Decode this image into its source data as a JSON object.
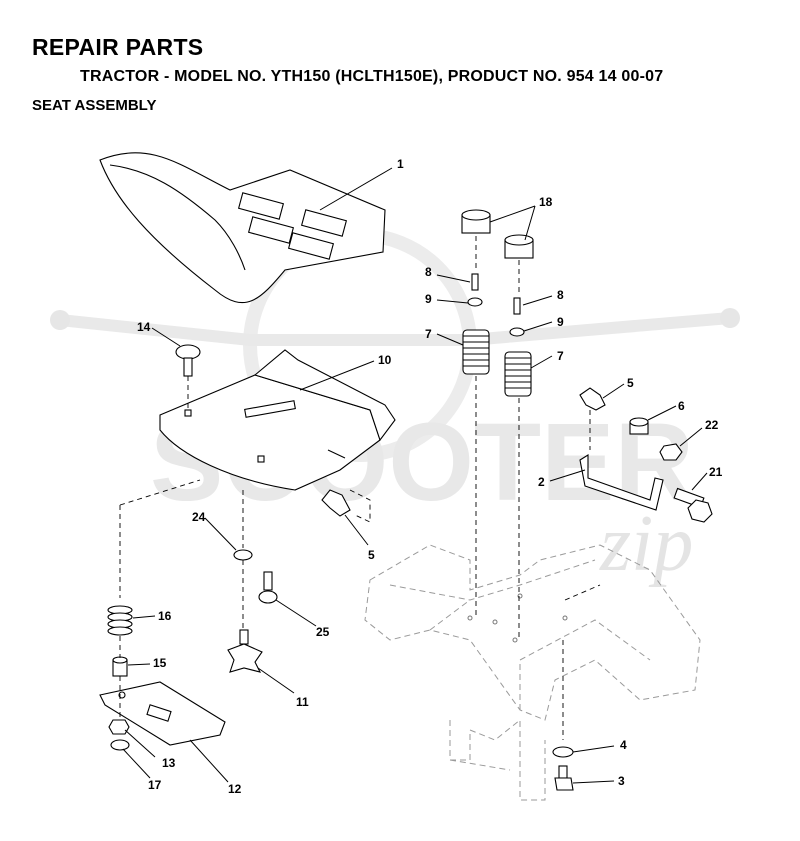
{
  "header": {
    "title": "REPAIR PARTS",
    "subtitle": "TRACTOR - MODEL NO. YTH150 (HCLTH150E), PRODUCT NO. 954 14 00-07",
    "section": "SEAT ASSEMBLY"
  },
  "watermark": {
    "brand": "SCOOTER",
    "script": "zip"
  },
  "callouts": {
    "c1": "1",
    "c18": "18",
    "c8a": "8",
    "c8b": "8",
    "c9a": "9",
    "c9b": "9",
    "c7a": "7",
    "c7b": "7",
    "c14": "14",
    "c10": "10",
    "c5a": "5",
    "c5b": "5",
    "c6": "6",
    "c22": "22",
    "c2": "2",
    "c21": "21",
    "c24": "24",
    "c25": "25",
    "c16": "16",
    "c15": "15",
    "c11": "11",
    "c13": "13",
    "c12": "12",
    "c17": "17",
    "c4": "4",
    "c3": "3"
  }
}
